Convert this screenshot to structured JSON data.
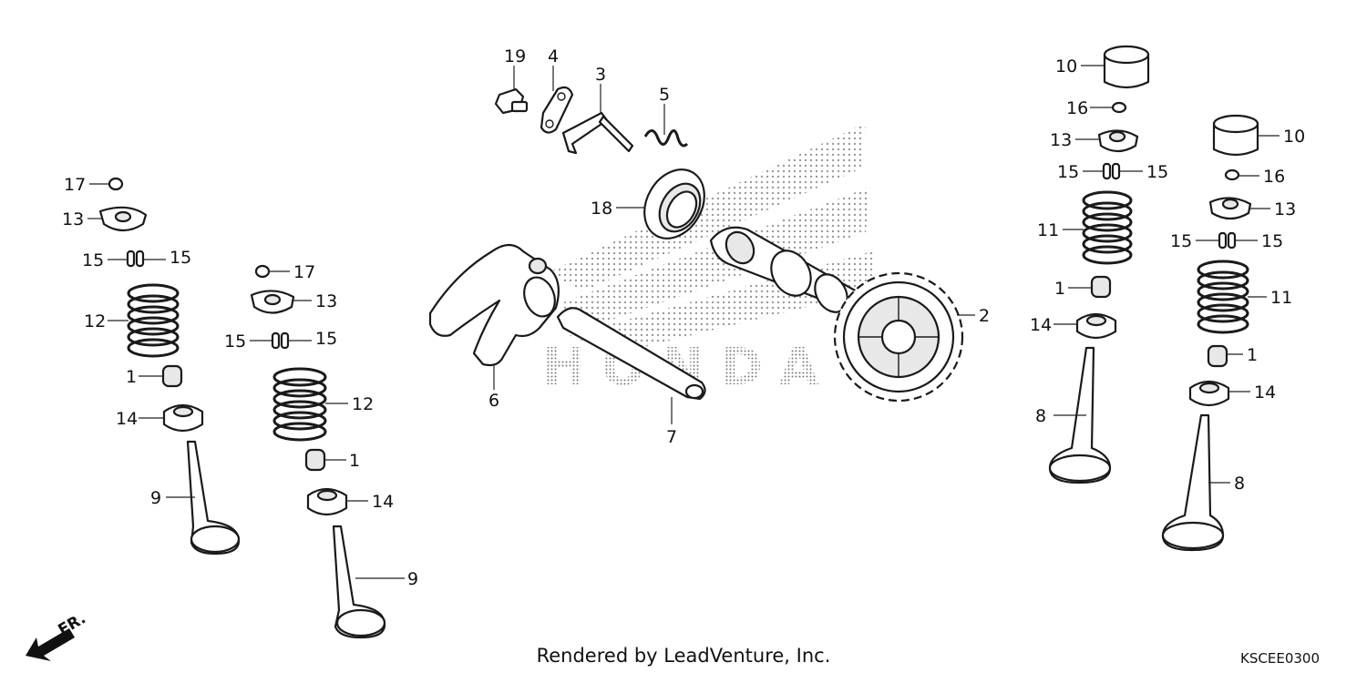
{
  "diagram": {
    "labels": {
      "p1": "1",
      "p2": "2",
      "p3": "3",
      "p4": "4",
      "p5": "5",
      "p6": "6",
      "p7": "7",
      "p8": "8",
      "p9": "9",
      "p10": "10",
      "p11": "11",
      "p12": "12",
      "p13": "13",
      "p14": "14",
      "p15": "15",
      "p16": "16",
      "p17": "17",
      "p18": "18",
      "p19": "19"
    },
    "watermark": "HONDA",
    "front_marker": "FR.",
    "footer": "Rendered by LeadVenture, Inc.",
    "code": "KSCEE0300"
  },
  "icons": {
    "front": "arrow-left-down-icon"
  }
}
